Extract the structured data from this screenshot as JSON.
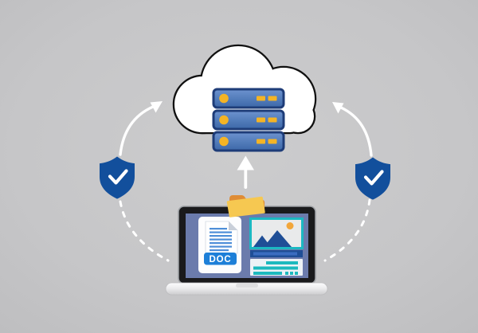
{
  "illustration": {
    "title": "cloud-document-backup",
    "background_color": "#c6c6c8",
    "arrow_color": "#ffffff",
    "cloud": {
      "icon": "cloud-server-icon",
      "fill": "#ffffff",
      "outline_color": "#101010",
      "servers": {
        "count": 3,
        "fill_top": "#6d93cf",
        "fill_bottom": "#3c68a8",
        "border_color": "#1e3c78",
        "indicator_color": "#f4b425"
      }
    },
    "shield_left": {
      "icon": "shield-check-icon",
      "color": "#124f9c",
      "check_color": "#ffffff"
    },
    "shield_right": {
      "icon": "shield-check-icon",
      "color": "#124f9c",
      "check_color": "#ffffff"
    },
    "folder": {
      "icon": "folder-icon",
      "back_color": "#df8c35",
      "front_color": "#f6c851"
    },
    "laptop": {
      "icon": "laptop-icon",
      "frame_color": "#1a1a1c",
      "screen_color": "#6b7bac",
      "base_color": "#ececee",
      "doc_file": {
        "icon": "doc-file-icon",
        "label": "DOC",
        "badge_color": "#1d7fd8",
        "line_color": "#4e8ed8",
        "paper_color": "#ffffff",
        "fold_color": "#c9cfd9"
      },
      "image_thumbnail": {
        "icon": "image-thumbnail-icon",
        "border_color": "#1cb8c2",
        "canvas_color": "#e9eaeb",
        "mountain_color": "#1f4e96",
        "sun_color": "#f2a63a"
      },
      "content_panels": {
        "dark_bar_color": "#1f4e96",
        "light_panel_color": "#edf2f6",
        "line_color": "#1db9be"
      }
    }
  }
}
